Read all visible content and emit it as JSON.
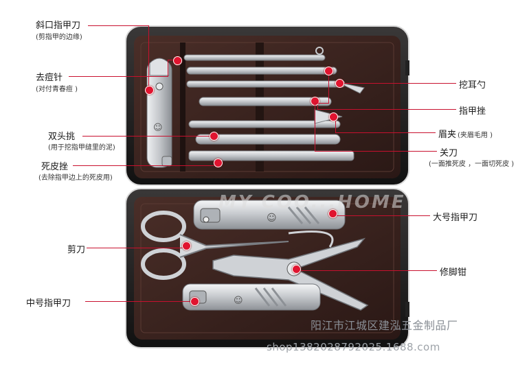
{
  "left_labels": [
    {
      "main": "斜口指甲刀",
      "sub": "(剪指甲的边缘)"
    },
    {
      "main": "去痘针",
      "sub": "(对付青春痘 )"
    },
    {
      "main": "双头挑",
      "sub": "(用于挖指甲缝里的泥)"
    },
    {
      "main": "死皮挫",
      "sub": "(去除指甲边上的死皮用)"
    },
    {
      "main": "剪刀",
      "sub": ""
    },
    {
      "main": "中号指甲刀",
      "sub": ""
    }
  ],
  "right_labels": [
    {
      "main": "挖耳勺",
      "sub": ""
    },
    {
      "main": "指甲挫",
      "sub": ""
    },
    {
      "main": "眉夹",
      "sub": "(夹眉毛用 )"
    },
    {
      "main": "关刀",
      "sub": "(一面推死皮 ，一面切死皮 )"
    },
    {
      "main": "大号指甲刀",
      "sub": ""
    },
    {
      "main": "修脚钳",
      "sub": ""
    }
  ],
  "watermark": "MY COO...HOME",
  "footer": {
    "company": "阳江市江城区建泓五金制品厂",
    "url": "shop1382028792025.1688.com"
  },
  "colors": {
    "leader": "#c8102e",
    "case_lining": "#3a2420",
    "case_frame": "#1c1a1a"
  }
}
